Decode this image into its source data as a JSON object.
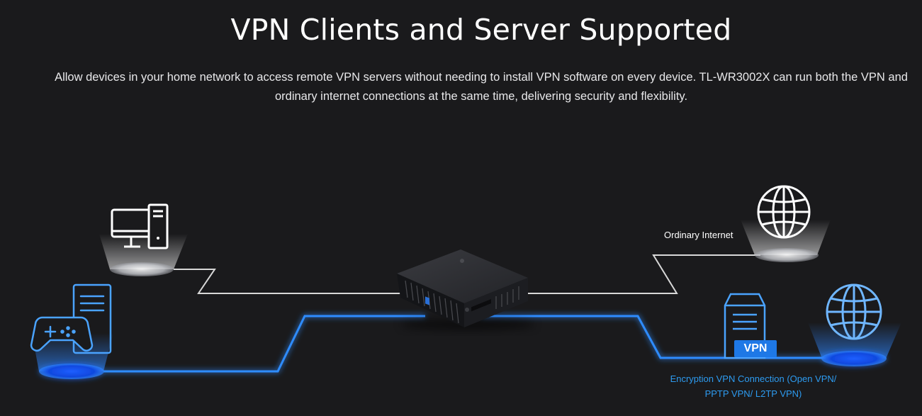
{
  "header": {
    "title": "VPN Clients and Server Supported",
    "description": "Allow devices in your home network to access remote VPN servers without needing to install VPN software on every device. TL-WR3002X can run both the VPN and ordinary internet connections at the same time, delivering security and flexibility."
  },
  "diagram": {
    "ordinary_internet_label": "Ordinary Internet",
    "vpn_badge_label": "VPN",
    "vpn_connection_label": "Encryption VPN Connection (Open VPN/ PPTP VPN/ L2TP VPN)",
    "icons": [
      "desktop-pc-icon",
      "game-console-icon",
      "router-device",
      "globe-icon",
      "vpn-server-icon",
      "globe-vpn-icon"
    ],
    "colors": {
      "background": "#1a1a1c",
      "ordinary_line": "#d8d8d8",
      "vpn_line": "#2d8cff",
      "vpn_icon": "#4aa3ff",
      "vpn_text": "#2d9bf0"
    }
  }
}
